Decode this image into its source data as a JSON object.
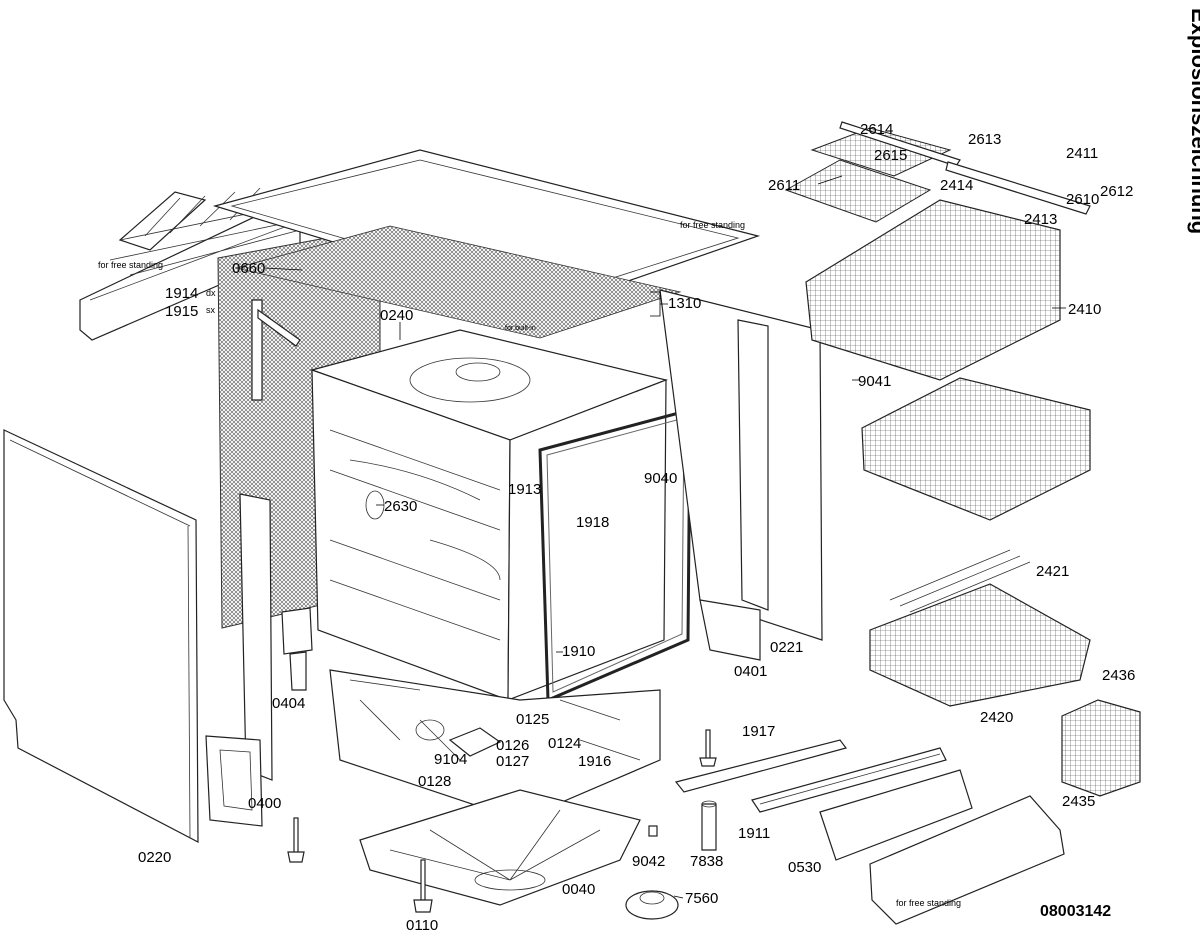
{
  "title": "Explosionszeichnung",
  "drawing_number": "08003142",
  "notes": {
    "free_standing": "for free standing",
    "built_in": "for built-in"
  },
  "sides": {
    "dx": "dx",
    "sx": "sx"
  },
  "parts": [
    {
      "id": "p0660",
      "label": "0660"
    },
    {
      "id": "p1914",
      "label": "1914"
    },
    {
      "id": "p1915",
      "label": "1915"
    },
    {
      "id": "p0240",
      "label": "0240"
    },
    {
      "id": "p1310",
      "label": "1310"
    },
    {
      "id": "p2611",
      "label": "2611"
    },
    {
      "id": "p2614",
      "label": "2614"
    },
    {
      "id": "p2615",
      "label": "2615"
    },
    {
      "id": "p2613",
      "label": "2613"
    },
    {
      "id": "p2411",
      "label": "2411"
    },
    {
      "id": "p2414",
      "label": "2414"
    },
    {
      "id": "p2612",
      "label": "2612"
    },
    {
      "id": "p2610",
      "label": "2610"
    },
    {
      "id": "p2413",
      "label": "2413"
    },
    {
      "id": "p2410",
      "label": "2410"
    },
    {
      "id": "p9041",
      "label": "9041"
    },
    {
      "id": "p2630",
      "label": "2630"
    },
    {
      "id": "p1913",
      "label": "1913"
    },
    {
      "id": "p9040",
      "label": "9040"
    },
    {
      "id": "p1918",
      "label": "1918"
    },
    {
      "id": "p1910",
      "label": "1910"
    },
    {
      "id": "p0221",
      "label": "0221"
    },
    {
      "id": "p0401",
      "label": "0401"
    },
    {
      "id": "p2421",
      "label": "2421"
    },
    {
      "id": "p2436",
      "label": "2436"
    },
    {
      "id": "p2420",
      "label": "2420"
    },
    {
      "id": "p2435",
      "label": "2435"
    },
    {
      "id": "p0404",
      "label": "0404"
    },
    {
      "id": "p0125",
      "label": "0125"
    },
    {
      "id": "p0126",
      "label": "0126"
    },
    {
      "id": "p0124",
      "label": "0124"
    },
    {
      "id": "p9104",
      "label": "9104"
    },
    {
      "id": "p0127",
      "label": "0127"
    },
    {
      "id": "p1916",
      "label": "1916"
    },
    {
      "id": "p0128",
      "label": "0128"
    },
    {
      "id": "p1917",
      "label": "1917"
    },
    {
      "id": "p0400",
      "label": "0400"
    },
    {
      "id": "p0220",
      "label": "0220"
    },
    {
      "id": "p9042",
      "label": "9042"
    },
    {
      "id": "p7838",
      "label": "7838"
    },
    {
      "id": "p1911",
      "label": "1911"
    },
    {
      "id": "p0530",
      "label": "0530"
    },
    {
      "id": "p0040",
      "label": "0040"
    },
    {
      "id": "p0110",
      "label": "0110"
    },
    {
      "id": "p7560",
      "label": "7560"
    }
  ]
}
